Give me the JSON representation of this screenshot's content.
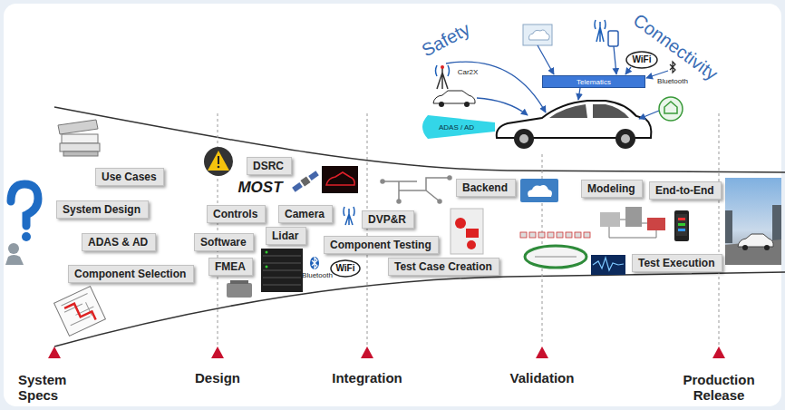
{
  "diagram": {
    "nodes": [
      {
        "text": [
          "Telematics"
        ]
      },
      {
        "text": [
          "ADAS / AD"
        ]
      },
      {
        "text": [
          "Use Cases"
        ]
      },
      {
        "text": [
          "System Design"
        ]
      },
      {
        "text": [
          "ADAS & AD"
        ]
      },
      {
        "text": [
          "Component Selection"
        ]
      },
      {
        "text": [
          "DSRC"
        ]
      },
      {
        "text": [
          "Controls"
        ]
      },
      {
        "text": [
          "Camera"
        ]
      },
      {
        "text": [
          "Software"
        ]
      },
      {
        "text": [
          "Lidar"
        ]
      },
      {
        "text": [
          "FMEA"
        ]
      },
      {
        "text": [
          "DVP&R"
        ]
      },
      {
        "text": [
          "Component Testing"
        ]
      },
      {
        "text": [
          "Backend"
        ]
      },
      {
        "text": [
          "Test Case Creation"
        ]
      },
      {
        "text": [
          "Modeling"
        ]
      },
      {
        "text": [
          "End-to-End"
        ]
      },
      {
        "text": [
          "Test Execution"
        ]
      }
    ],
    "labels": [
      "Safety",
      "Connectivity",
      "Car2X",
      "WiFi",
      "Bluetooth",
      "MOST",
      "Bluetooth",
      "WiFi",
      "System Specs",
      "Design",
      "Integration",
      "Validation",
      "Production Release"
    ]
  }
}
